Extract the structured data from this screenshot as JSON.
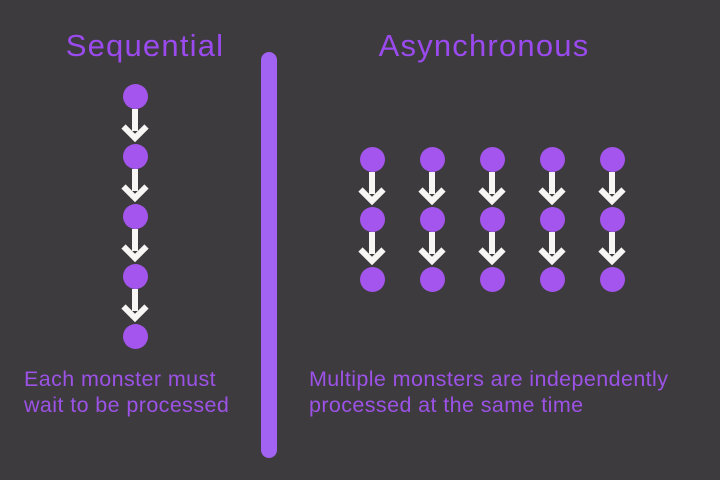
{
  "colors": {
    "background": "#3d3b3d",
    "dot": "#a455ee",
    "divider": "#a262f2",
    "heading": "#9a4aee",
    "caption": "#9c52e6",
    "arrow": "#f7f6f4"
  },
  "left_panel": {
    "heading": "Sequential",
    "caption": [
      "Each monster must",
      "wait to be processed"
    ],
    "chain": {
      "dot_count": 5,
      "arrow_count": 4
    }
  },
  "right_panel": {
    "heading": "Asynchronous",
    "caption": [
      "Multiple monsters are independently",
      "processed at the same time"
    ],
    "column_count": 5,
    "chain": {
      "dot_count": 3,
      "arrow_count": 2
    }
  }
}
